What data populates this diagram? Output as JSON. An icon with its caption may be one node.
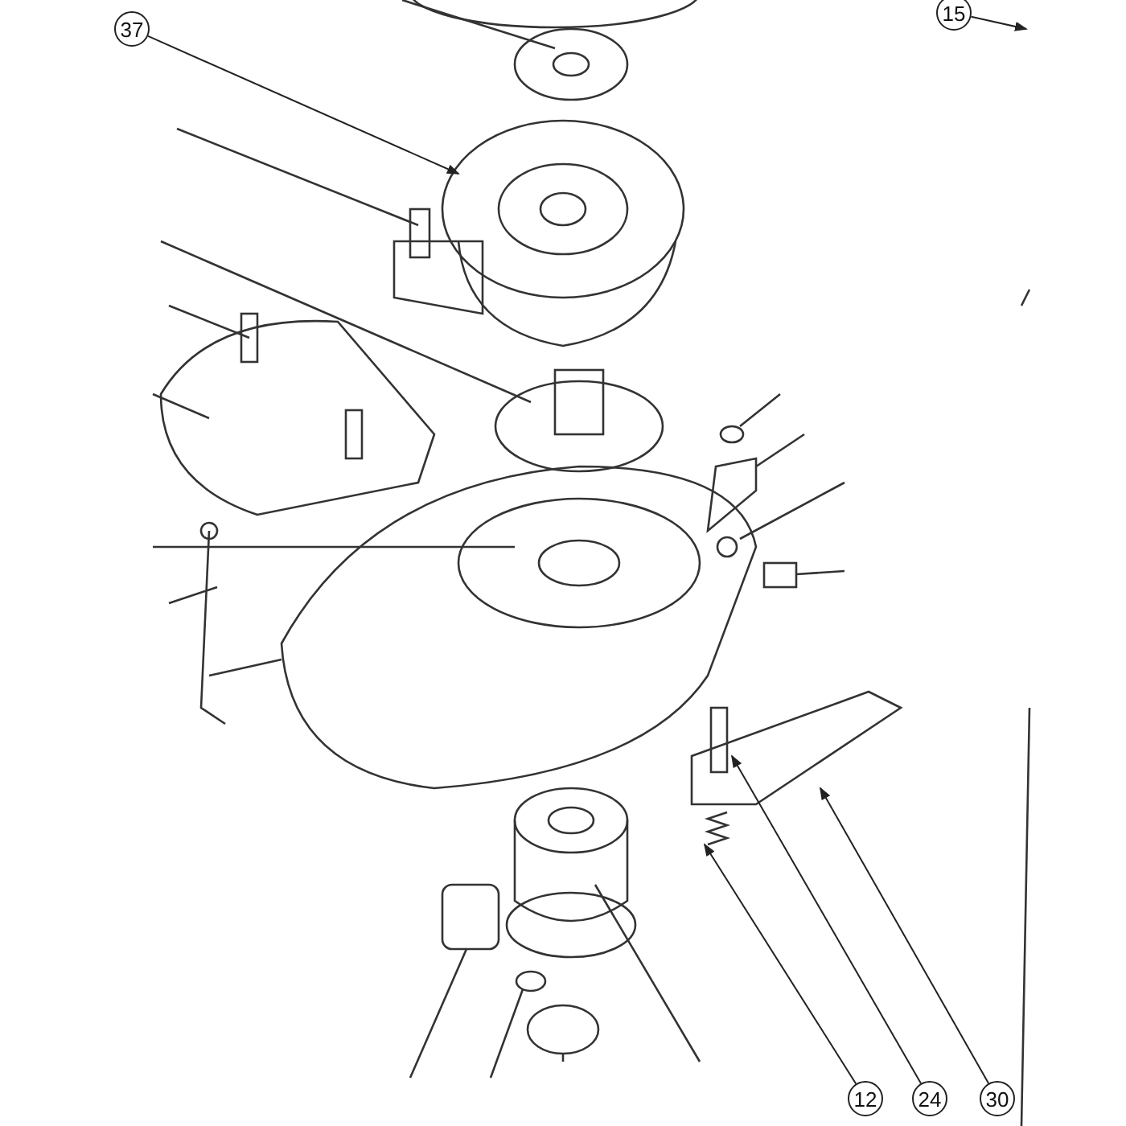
{
  "diagram": {
    "nodes": [
      {
        "text": [
          "37"
        ]
      },
      {
        "text": [
          "15"
        ]
      },
      {
        "text": [
          "12"
        ]
      },
      {
        "text": [
          "24"
        ]
      },
      {
        "text": [
          "30"
        ]
      }
    ],
    "edges": [
      {
        "from": 0,
        "to": null,
        "arrow": "to"
      },
      {
        "from": 1,
        "to": null,
        "arrow": "to"
      },
      {
        "from": 2,
        "to": null,
        "arrow": "to"
      },
      {
        "from": 3,
        "to": null,
        "arrow": "to"
      },
      {
        "from": 4,
        "to": null,
        "arrow": "to"
      }
    ]
  }
}
